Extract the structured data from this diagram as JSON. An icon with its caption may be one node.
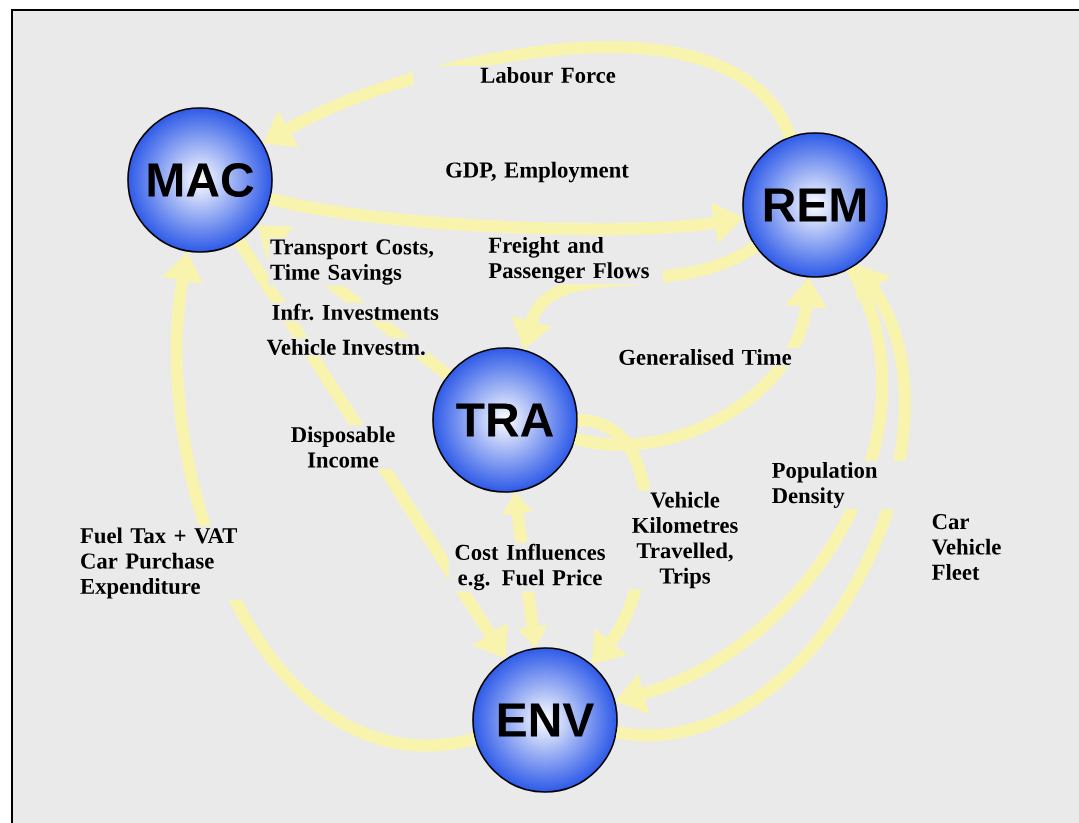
{
  "diagram": {
    "nodes": [
      {
        "text": [
          "MAC"
        ]
      },
      {
        "text": [
          "REM"
        ]
      },
      {
        "text": [
          "TRA"
        ]
      },
      {
        "text": [
          "ENV"
        ]
      }
    ],
    "edges": [
      {
        "from": 1,
        "to": 0,
        "arrow": "to",
        "label": "Labour Force"
      },
      {
        "from": 0,
        "to": 1,
        "arrow": "to",
        "label": "GDP, Employment"
      },
      {
        "from": 2,
        "to": 0,
        "arrow": "to",
        "label": "Transport Costs, Time Savings"
      },
      {
        "from": 0,
        "to": 3,
        "arrow": "to",
        "label": "Disposable Income"
      },
      {
        "from": 1,
        "to": 2,
        "arrow": "to",
        "label": "Freight and Passenger Flows"
      },
      {
        "from": 2,
        "to": 1,
        "arrow": "to",
        "label": "Generalised Time"
      },
      {
        "from": 2,
        "to": 3,
        "arrow": "both",
        "label": "Cost Influences e.g. Fuel Price"
      },
      {
        "from": 2,
        "to": 3,
        "arrow": "to",
        "label": "Vehicle Kilometres Travelled, Trips"
      },
      {
        "from": 1,
        "to": 3,
        "arrow": "to",
        "label": "Population Density"
      },
      {
        "from": 3,
        "to": 1,
        "arrow": "to",
        "label": "Car Vehicle Fleet"
      },
      {
        "from": 3,
        "to": 0,
        "arrow": "to",
        "label": "Fuel Tax + VAT Car Purchase Expenditure"
      }
    ],
    "labels": [
      "Infr. Investments",
      "Vehicle Investm."
    ]
  }
}
